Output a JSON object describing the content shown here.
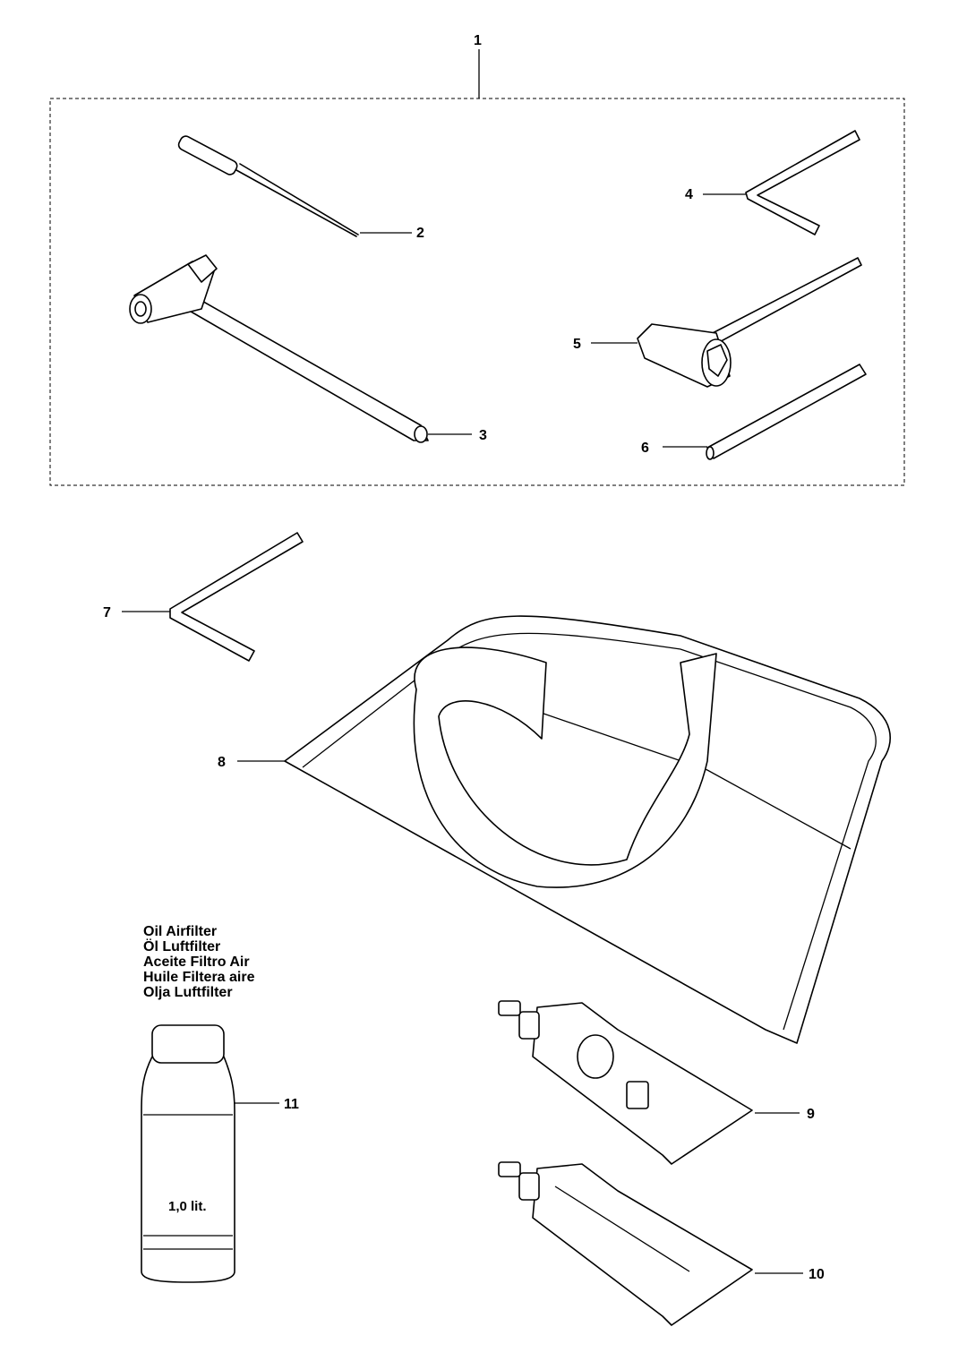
{
  "callouts": [
    "1",
    "2",
    "3",
    "4",
    "5",
    "6",
    "7",
    "8",
    "9",
    "10",
    "11"
  ],
  "oil_label_lines": [
    "Oil Airfilter",
    "Öl Luftfilter",
    "Aceite Filtro Air",
    "Huile Filtera aire",
    "Olja Luftfilter"
  ],
  "bottle_label": "1,0 lit."
}
